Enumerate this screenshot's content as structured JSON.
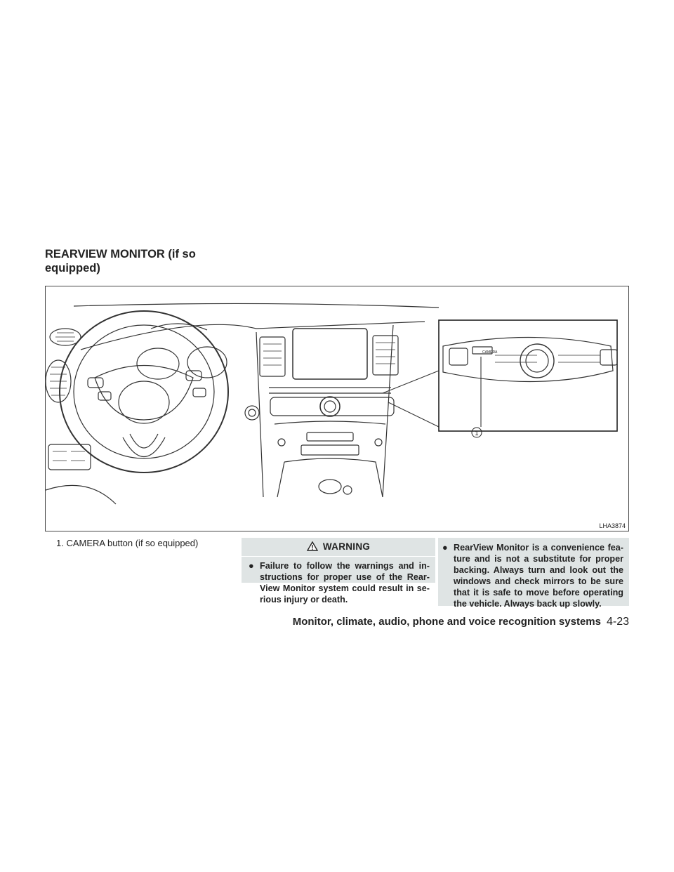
{
  "section": {
    "title_line1": "REARVIEW MONITOR (if so",
    "title_line2": "equipped)"
  },
  "figure": {
    "code": "LHA3874",
    "callout_number": "1",
    "button_label": "CAMERA"
  },
  "caption": "1. CAMERA button (if so equipped)",
  "warning": {
    "heading": "WARNING",
    "item1": "Failure to follow the warnings and in-structions for proper use of the Rear-View Monitor system could result in se-rious injury or death."
  },
  "warning2": {
    "item1": "RearView Monitor is a convenience fea-ture and is not a substitute for proper backing. Always turn and look out the windows and check mirrors to be sure that it is safe to move before operating the vehicle. Always back up slowly."
  },
  "footer": {
    "chapter": "Monitor, climate, audio, phone and voice recognition systems",
    "page": "4-23"
  }
}
